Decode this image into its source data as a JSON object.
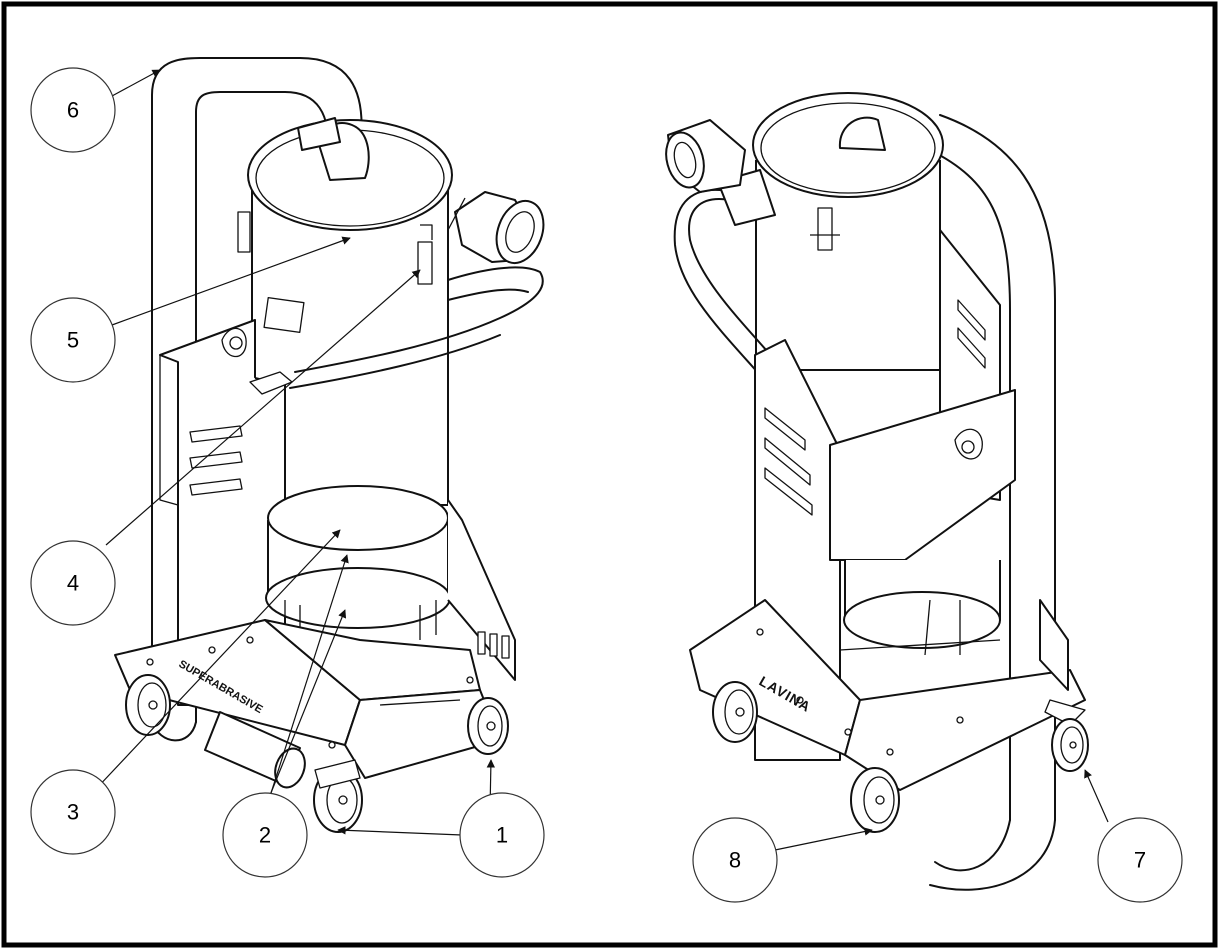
{
  "diagram": {
    "callouts": [
      {
        "id": "c6",
        "label": "6"
      },
      {
        "id": "c5",
        "label": "5"
      },
      {
        "id": "c4",
        "label": "4"
      },
      {
        "id": "c3",
        "label": "3"
      },
      {
        "id": "c2",
        "label": "2"
      },
      {
        "id": "c1",
        "label": "1"
      },
      {
        "id": "c8",
        "label": "8"
      },
      {
        "id": "c7",
        "label": "7"
      }
    ],
    "brand_left": "SUPERABRASIVE",
    "brand_right": "LAVINA",
    "line_color": "#111111",
    "background": "#ffffff"
  }
}
